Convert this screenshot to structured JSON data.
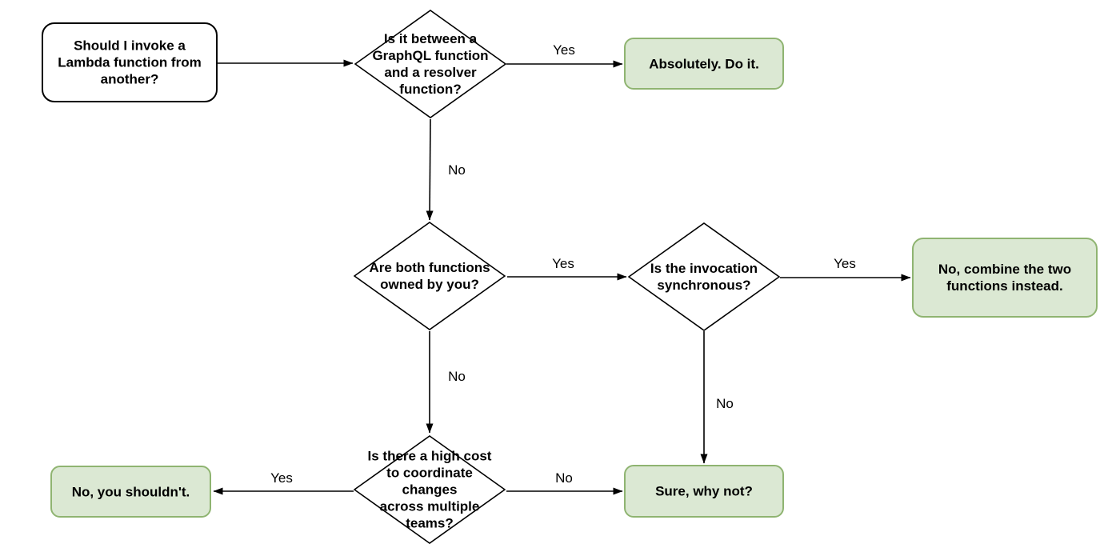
{
  "colors": {
    "result-fill": "#dbe8d3",
    "result-stroke": "#8fb471",
    "line": "#000000"
  },
  "nodes": {
    "start": {
      "text": "Should I invoke a Lambda function from another?",
      "lines": [
        "Should I invoke a",
        "Lambda function from",
        "another?"
      ]
    },
    "q_graphql": {
      "text": "Is it between a GraphQL function and a resolver function?",
      "lines": [
        "Is it between a",
        "GraphQL function",
        "and a resolver",
        "function?"
      ]
    },
    "q_owned": {
      "text": "Are both functions owned by you?",
      "lines": [
        "Are both functions",
        "owned by you?"
      ]
    },
    "q_sync": {
      "text": "Is the invocation synchronous?",
      "lines": [
        "Is the invocation",
        "synchronous?"
      ]
    },
    "q_cost": {
      "text": "Is there a high cost to coordinate changes across multiple teams?",
      "lines": [
        "Is there a high cost",
        "to coordinate",
        "changes",
        "across multiple",
        "teams?"
      ]
    },
    "r_absolutely": {
      "text": "Absolutely. Do it."
    },
    "r_combine": {
      "text": "No, combine the two functions instead.",
      "lines": [
        "No, combine the two",
        "functions instead."
      ]
    },
    "r_shouldnt": {
      "text": "No, you shouldn't."
    },
    "r_sure": {
      "text": "Sure, why not?"
    }
  },
  "edges": {
    "graphql_yes": {
      "label": "Yes"
    },
    "graphql_no": {
      "label": "No"
    },
    "owned_yes": {
      "label": "Yes"
    },
    "owned_no": {
      "label": "No"
    },
    "sync_yes": {
      "label": "Yes"
    },
    "sync_no": {
      "label": "No"
    },
    "cost_yes": {
      "label": "Yes"
    },
    "cost_no": {
      "label": "No"
    }
  }
}
